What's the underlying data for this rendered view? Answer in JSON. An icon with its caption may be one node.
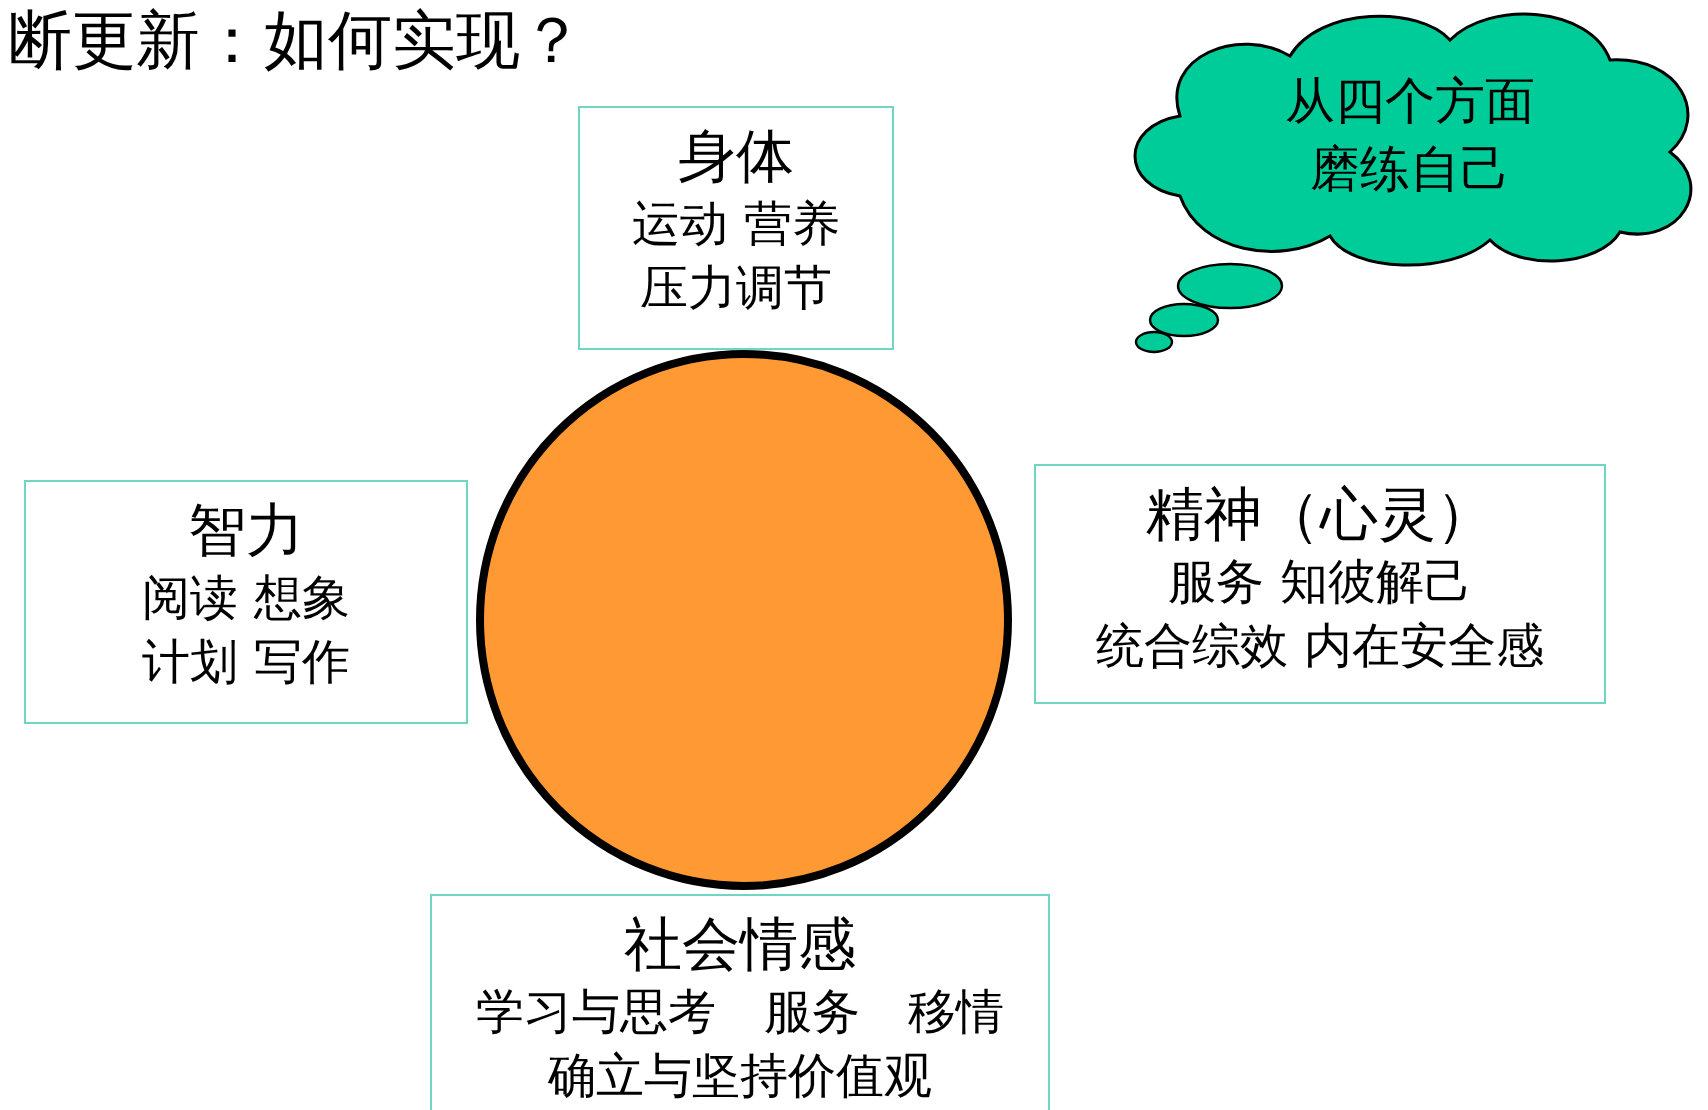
{
  "diagram": {
    "title": "断更新：如何实现？",
    "nodes": [
      {
        "text": [
          "从四个方面磨练自己"
        ]
      },
      {
        "text": [],
        "shape": "circle"
      },
      {
        "text": [
          "身体",
          "运动 营养",
          "压力调节"
        ]
      },
      {
        "text": [
          "智力",
          "阅读 想象",
          "计划 写作"
        ]
      },
      {
        "text": [
          "精神（心灵）",
          "服务 知彼解己",
          "统合综效 内在安全感"
        ]
      },
      {
        "text": [
          "社会情感",
          "学习与思考　服务　移情",
          "确立与坚持价值观"
        ]
      }
    ]
  }
}
